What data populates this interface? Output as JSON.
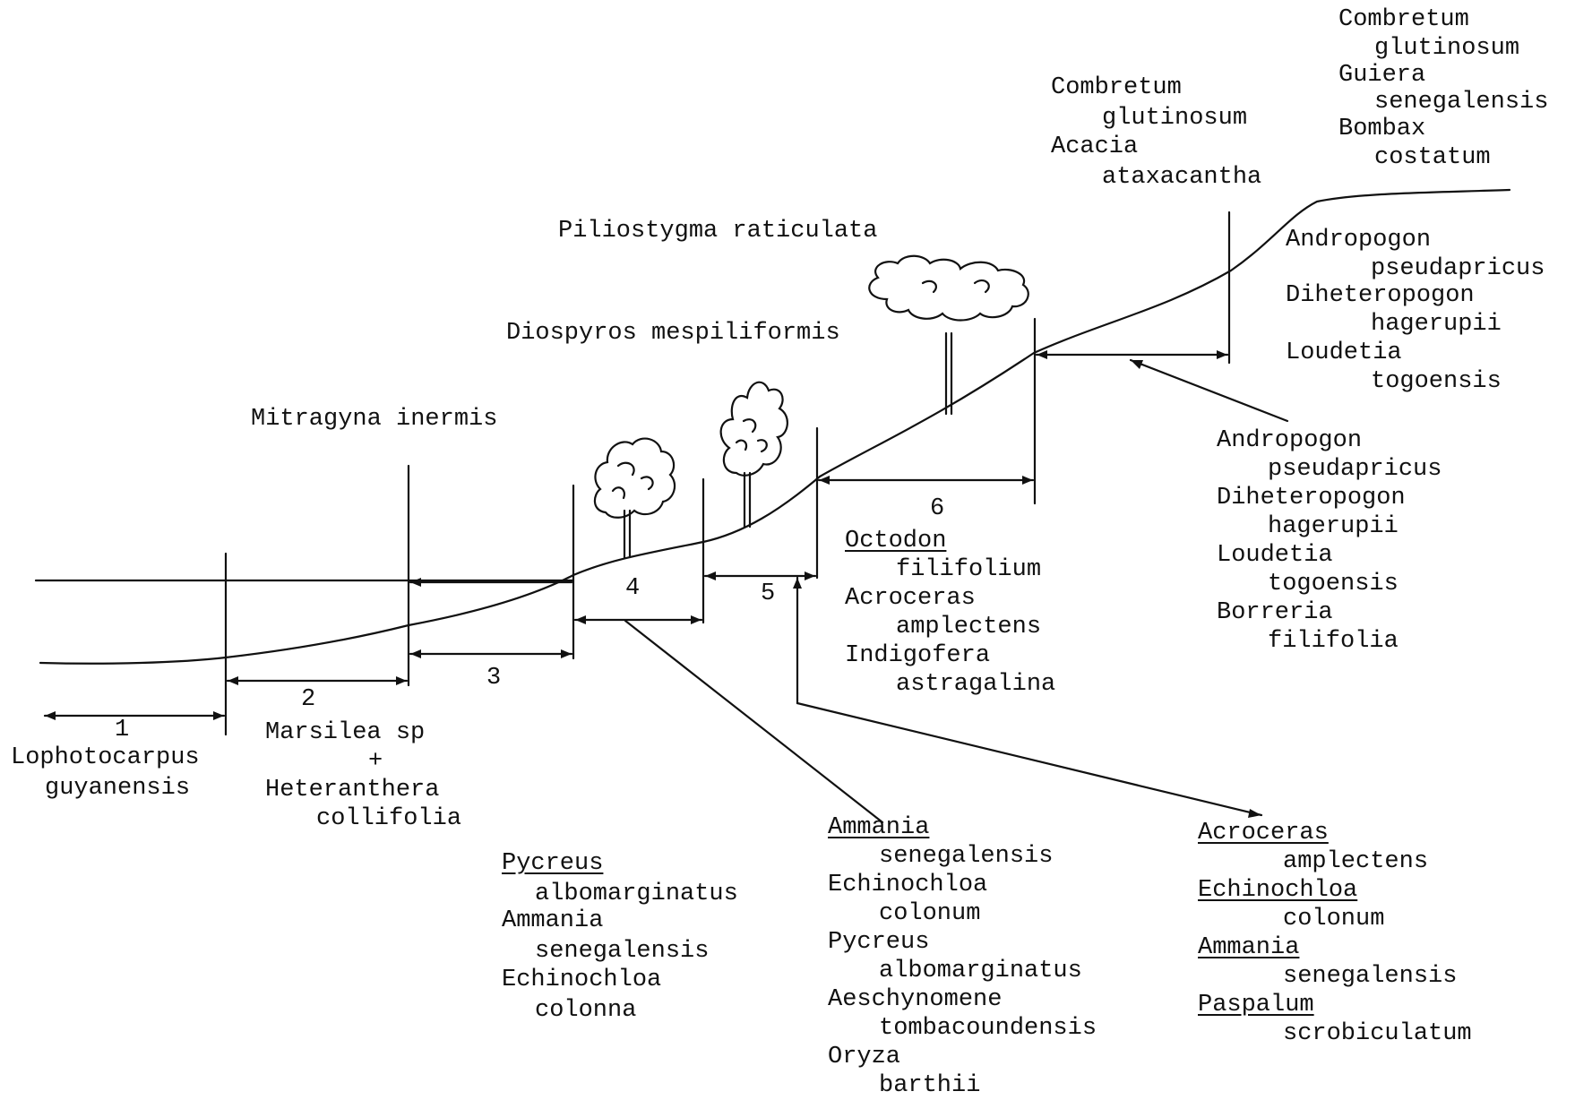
{
  "trees": {
    "mitragyna": "Mitragyna inermis",
    "diospyros": "Diospyros mespiliformis",
    "piliostygma": "Piliostygma raticulata",
    "combretum_mid": [
      "Combretum",
      "glutinosum",
      "Acacia",
      "ataxacantha"
    ],
    "combretum_top": [
      "Combretum",
      "glutinosum",
      "Guiera",
      "senegalensis",
      "Bombax",
      "costatum"
    ]
  },
  "zones": {
    "z1": {
      "num": "1",
      "species": [
        "Lophotocarpus",
        "guyanensis"
      ]
    },
    "z2": {
      "num": "2",
      "species": [
        "Marsilea sp",
        "+",
        "Heteranthera",
        "collifolia"
      ]
    },
    "z3": {
      "num": "3",
      "species": [
        "Pycreus",
        "albomarginatus",
        "Ammania",
        "senegalensis",
        "Echinochloa",
        "colonna"
      ]
    },
    "z4": {
      "num": "4",
      "species": [
        "Ammania",
        "senegalensis",
        "Echinochloa",
        "colonum",
        "Pycreus",
        "albomarginatus",
        "Aeschynomene",
        "tombacoundensis",
        "Oryza",
        "barthii"
      ]
    },
    "z5": {
      "num": "5",
      "species": [
        "Acroceras",
        "amplectens",
        "Echinochloa",
        "colonum",
        "Ammania",
        "senegalensis",
        "Paspalum",
        "scrobiculatum"
      ]
    },
    "z6": {
      "num": "6",
      "species": [
        "Octodon",
        "filifolium",
        "Acroceras",
        "amplectens",
        "Indigofera",
        "astragalina"
      ]
    },
    "z7_upper": {
      "species": [
        "Andropogon",
        "pseudapricus",
        "Diheteropogon",
        "hagerupii",
        "Loudetia",
        "togoensis"
      ]
    },
    "z7_lower": {
      "species": [
        "Andropogon",
        "pseudapricus",
        "Diheteropogon",
        "hagerupii",
        "Loudetia",
        "togoensis",
        "Borreria",
        "filifolia"
      ]
    }
  }
}
